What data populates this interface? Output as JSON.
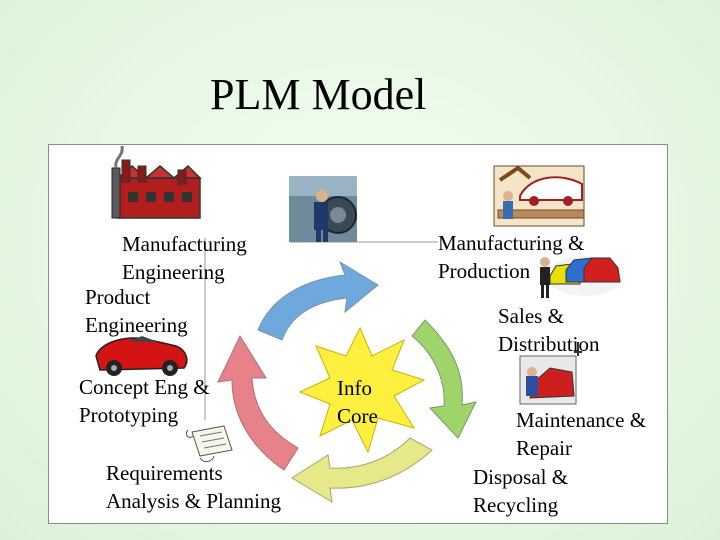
{
  "slide": {
    "title": "PLM Model"
  },
  "stages": {
    "manufacturing_engineering": [
      "Manufacturing",
      "Engineering"
    ],
    "product_engineering": [
      "Product",
      "Engineering"
    ],
    "concept": [
      "Concept Eng &",
      "Prototyping"
    ],
    "requirements": [
      "Requirements",
      "Analysis & Planning"
    ],
    "manufacturing_production": [
      "Manufacturing &",
      "Production"
    ],
    "sales": [
      "Sales &",
      "Distribution"
    ],
    "maintenance": [
      "Maintenance &",
      "Repair"
    ],
    "disposal": [
      "Disposal &",
      "Recycling"
    ]
  },
  "center": {
    "label": [
      "Info",
      "Core"
    ]
  },
  "colors": {
    "background": "#e6f7e3",
    "arrow_blue": "#6fa8dc",
    "arrow_green": "#9ed46a",
    "arrow_yellow": "#e6e88a",
    "arrow_red": "#e8828a",
    "star": "#fff040"
  }
}
